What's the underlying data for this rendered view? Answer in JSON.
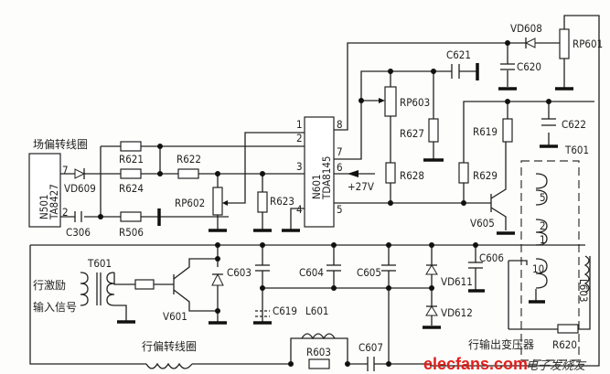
{
  "labels": {
    "vertical_coil": "场偏转线圈",
    "horizontal_coil": "行偏转线圈",
    "drive_input_line1": "行激励",
    "drive_input_line2": "输入信号",
    "flyback_transformer": "行输出变压器",
    "supply": "+27V"
  },
  "ics": {
    "n501": {
      "ref": "N501",
      "part": "TA8427",
      "pins": [
        "7",
        "2"
      ]
    },
    "n601": {
      "ref": "N601",
      "part": "TDA8145",
      "pins_left": [
        "1",
        "2",
        "3",
        "4"
      ],
      "pins_right": [
        "8",
        "7",
        "6",
        "5"
      ]
    }
  },
  "components": {
    "R621": "R621",
    "R624": "R624",
    "R622": "R622",
    "R623": "R623",
    "R506": "R506",
    "RP602": "RP602",
    "RP603": "RP603",
    "RP601": "RP601",
    "R627": "R627",
    "R628": "R628",
    "R629": "R629",
    "R619": "R619",
    "R603": "R603",
    "R620": "R620",
    "VD609": "VD609",
    "VD608": "VD608",
    "VD611": "VD611",
    "VD612": "VD612",
    "C306": "C306",
    "C621": "C621",
    "C620": "C620",
    "C622": "C622",
    "C603": "C603",
    "C604": "C604",
    "C605": "C605",
    "C606": "C606",
    "C619": "C619",
    "C607": "C607",
    "V605": "V605",
    "V601": "V601",
    "T601_in": "T601",
    "T601_out": "T601",
    "L601": "L601",
    "L603": "L603"
  },
  "transformer_pins": [
    "5",
    "2",
    "1",
    "10"
  ],
  "watermark": {
    "brand": "elecfans.com",
    "tagline": "电子发烧友"
  }
}
